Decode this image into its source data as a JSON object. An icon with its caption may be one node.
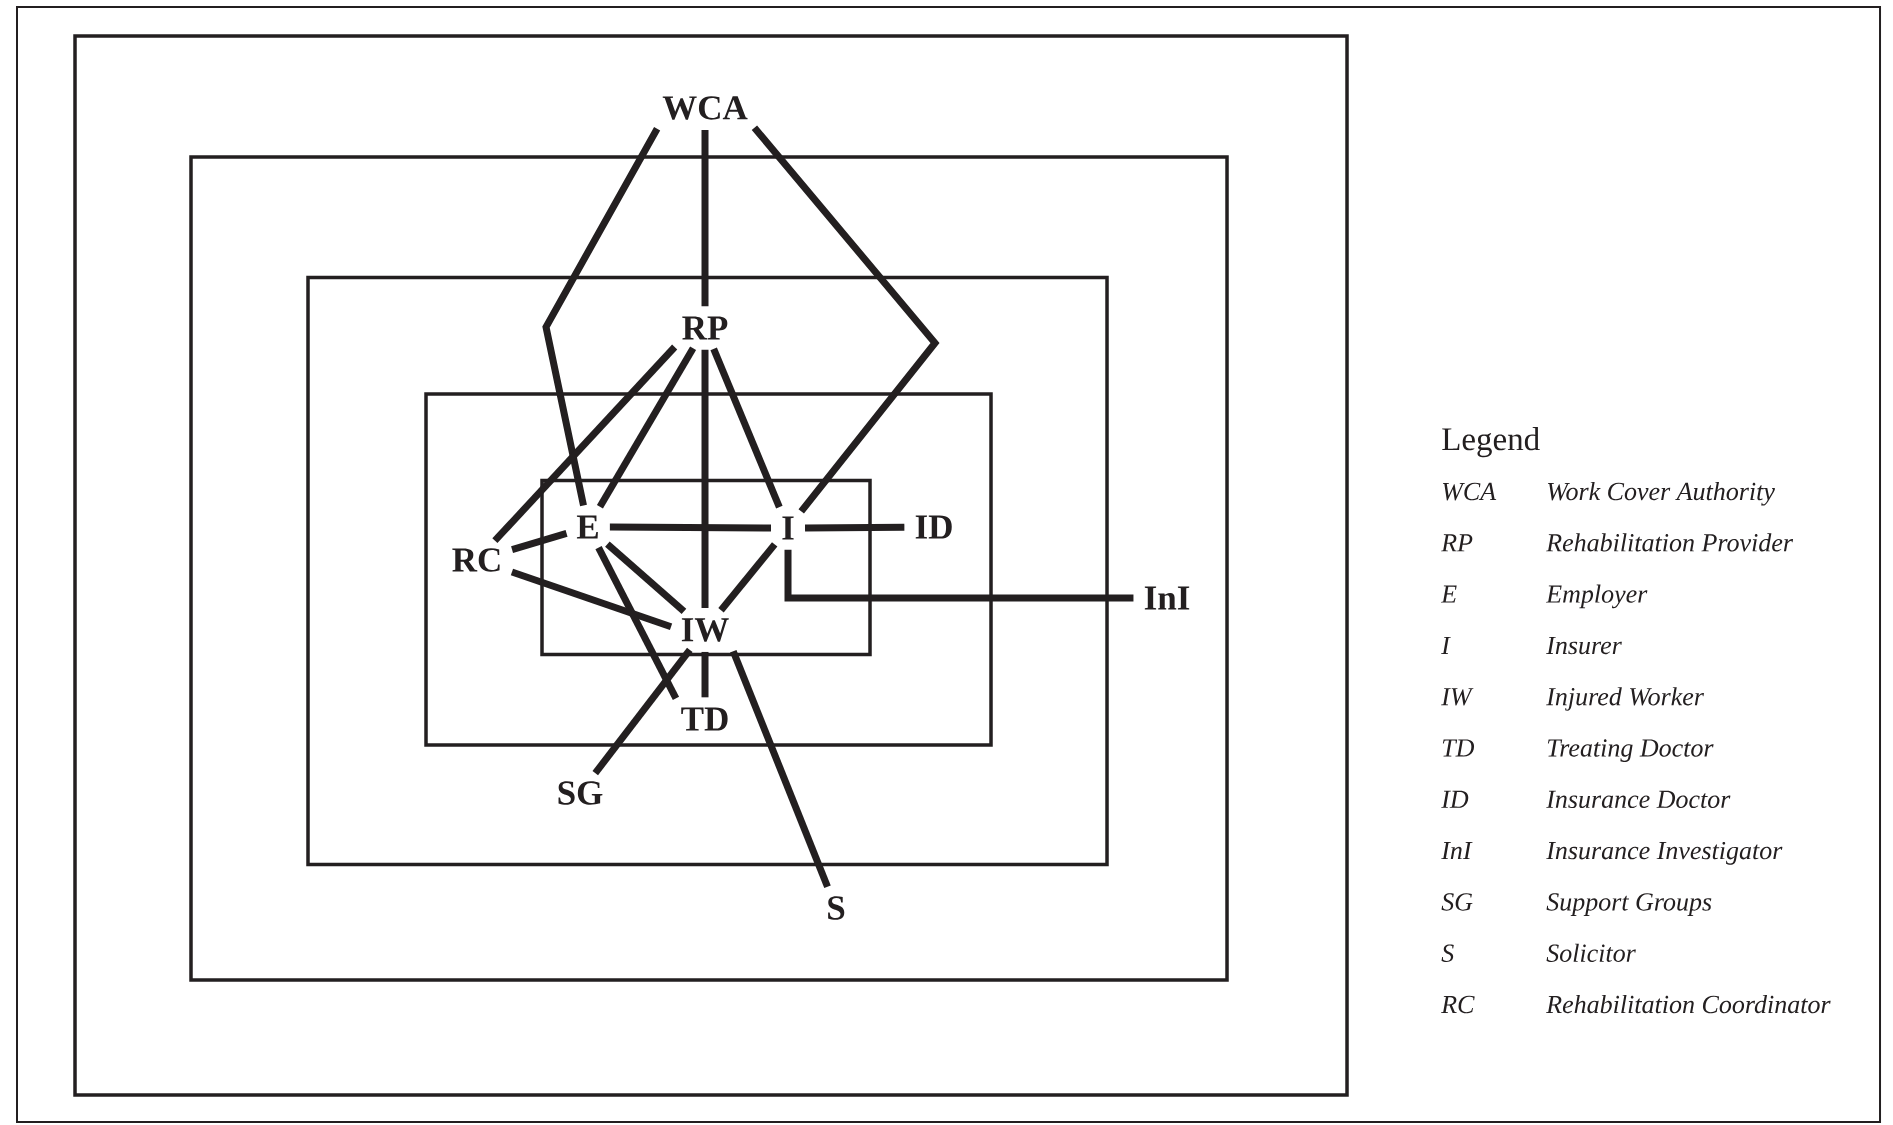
{
  "diagram": {
    "nodes": [
      {
        "text": [],
        "shape": "box"
      },
      {
        "text": [
          "WCA"
        ],
        "in": 0
      },
      {
        "text": [],
        "shape": "box",
        "in": 0
      },
      {
        "text": [],
        "shape": "box",
        "in": 2
      },
      {
        "text": [
          "RP"
        ],
        "in": 3
      },
      {
        "text": [],
        "shape": "box",
        "in": 3
      },
      {
        "text": [],
        "shape": "box",
        "in": 5
      },
      {
        "text": [
          "E"
        ],
        "in": 6
      },
      {
        "text": [
          "I"
        ],
        "in": 6
      },
      {
        "text": [
          "ID"
        ],
        "in": 5
      },
      {
        "text": [
          "RC"
        ],
        "in": 5
      },
      {
        "text": [
          "InI"
        ],
        "in": 2
      },
      {
        "text": [
          "IW"
        ],
        "in": 6
      },
      {
        "text": [
          "TD"
        ],
        "in": 5
      },
      {
        "text": [
          "SG"
        ],
        "in": 3
      },
      {
        "text": [
          "S"
        ],
        "in": 2
      }
    ],
    "edges": [
      {
        "from": 1,
        "to": 4,
        "arrow": "none"
      },
      {
        "from": 1,
        "to": 7,
        "arrow": "none"
      },
      {
        "from": 1,
        "to": 8,
        "arrow": "none"
      },
      {
        "from": 4,
        "to": 10,
        "arrow": "none"
      },
      {
        "from": 4,
        "to": 7,
        "arrow": "none"
      },
      {
        "from": 4,
        "to": 12,
        "arrow": "none"
      },
      {
        "from": 4,
        "to": 8,
        "arrow": "none"
      },
      {
        "from": 7,
        "to": 8,
        "arrow": "none"
      },
      {
        "from": 10,
        "to": 7,
        "arrow": "none"
      },
      {
        "from": 10,
        "to": 12,
        "arrow": "none"
      },
      {
        "from": 7,
        "to": 12,
        "arrow": "none"
      },
      {
        "from": 7,
        "to": 13,
        "arrow": "none"
      },
      {
        "from": 8,
        "to": 12,
        "arrow": "none"
      },
      {
        "from": 8,
        "to": 9,
        "arrow": "none"
      },
      {
        "from": 8,
        "to": 11,
        "arrow": "none"
      },
      {
        "from": 12,
        "to": 13,
        "arrow": "none"
      },
      {
        "from": 12,
        "to": 14,
        "arrow": "none"
      },
      {
        "from": 12,
        "to": 15,
        "arrow": "none"
      }
    ],
    "labels": [
      "Legend",
      "WCA",
      "Work Cover Authority",
      "RP",
      "Rehabilitation Provider",
      "E",
      "Employer",
      "I",
      "Insurer",
      "IW",
      "Injured Worker",
      "TD",
      "Treating Doctor",
      "ID",
      "Insurance Doctor",
      "InI",
      "Insurance Investigator",
      "SG",
      "Support Groups",
      "S",
      "Solicitor",
      "RC",
      "Rehabilitation Coordinator"
    ]
  }
}
